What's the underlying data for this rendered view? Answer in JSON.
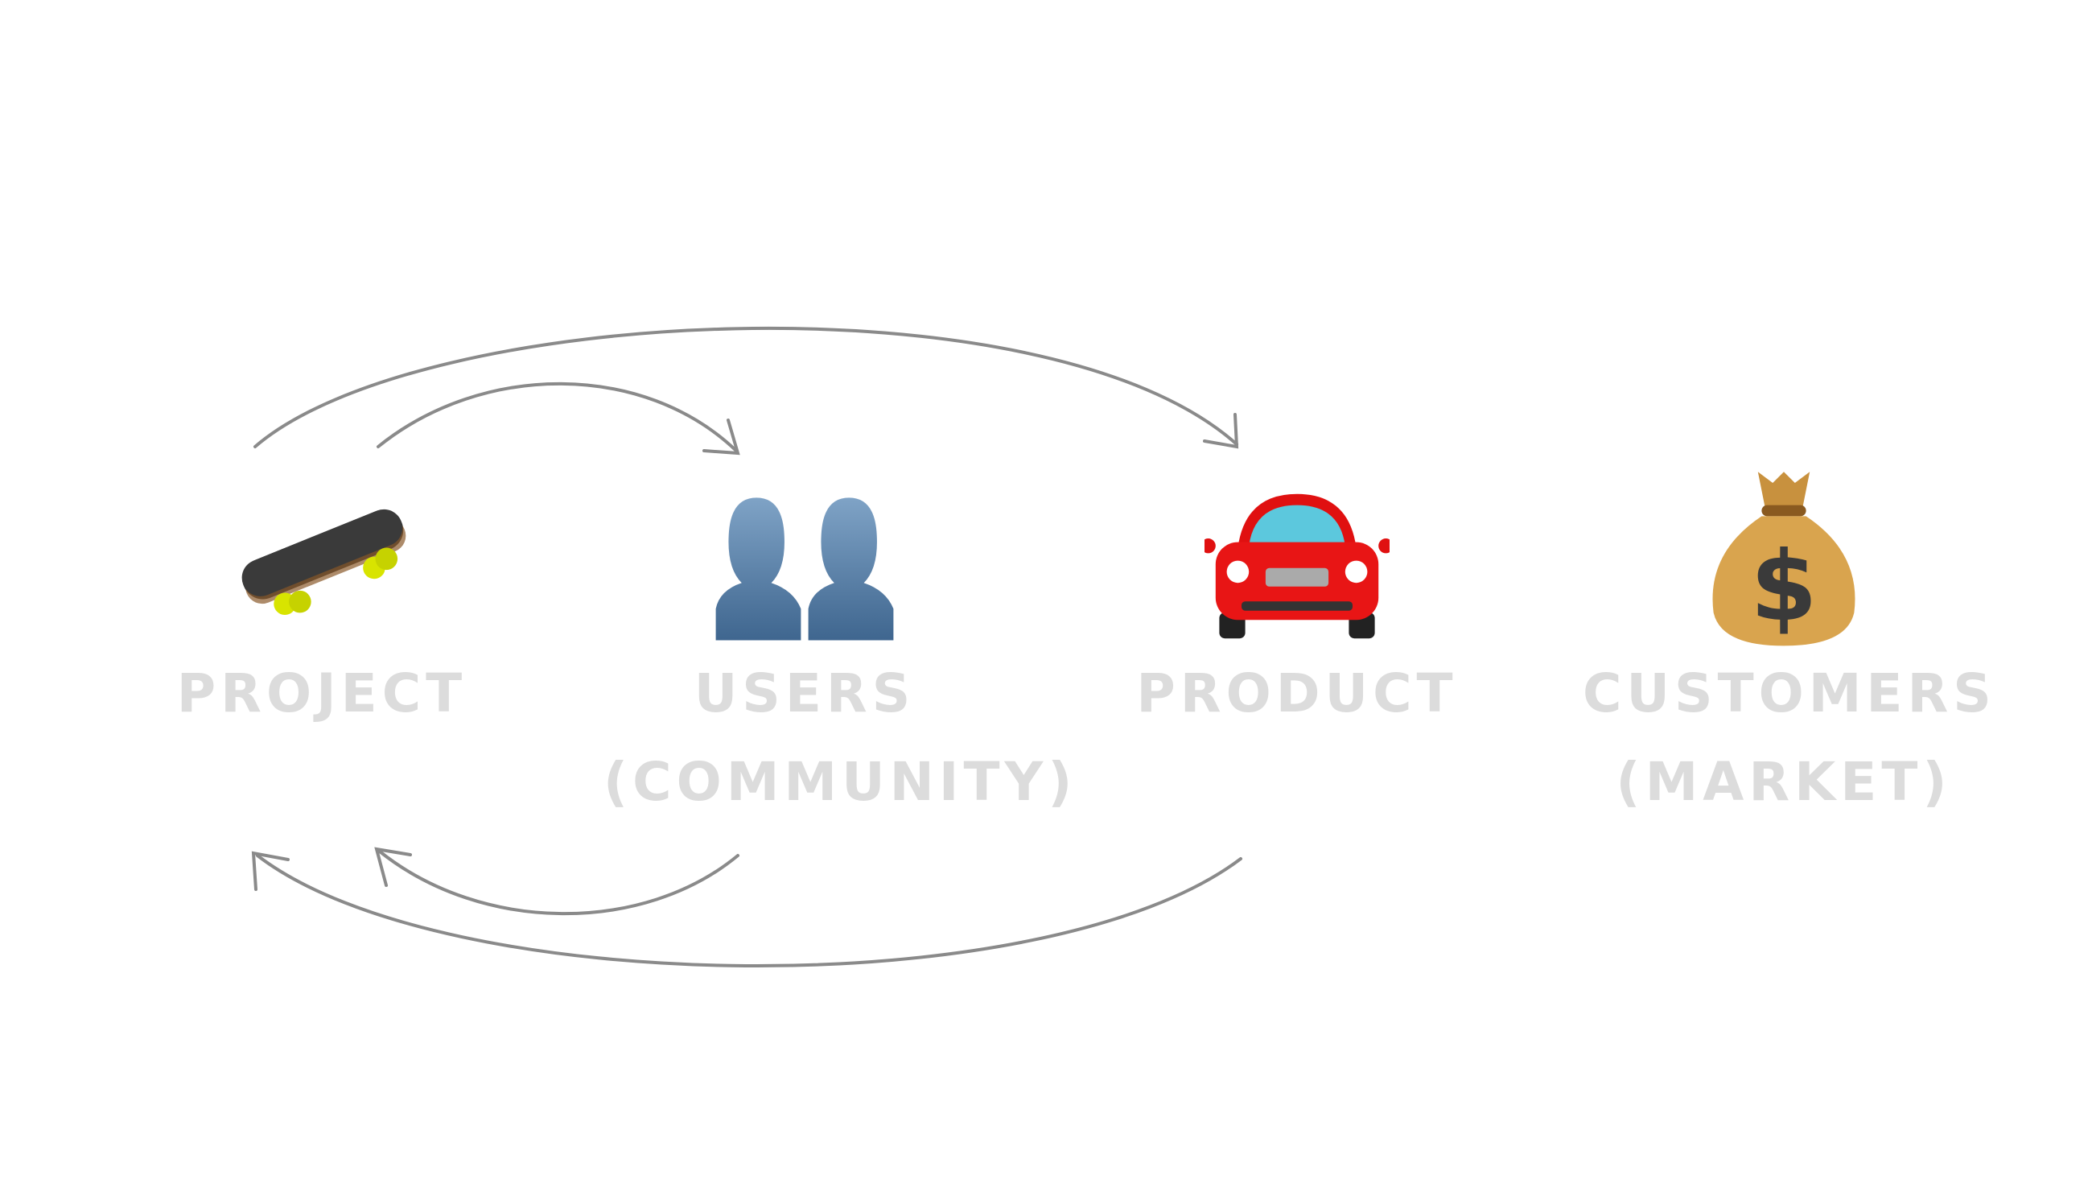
{
  "nodes": [
    {
      "icon": "skateboard-icon",
      "label": "PROJECT",
      "sublabel": ""
    },
    {
      "icon": "users-icon",
      "label": "USERS",
      "sublabel": "(COMMUNITY)"
    },
    {
      "icon": "car-icon",
      "label": "PRODUCT",
      "sublabel": ""
    },
    {
      "icon": "money-bag-icon",
      "label": "CUSTOMERS",
      "sublabel": "(MARKET)"
    }
  ],
  "colors": {
    "label": "#dcdcdc",
    "arrow": "#8a8a8a"
  }
}
